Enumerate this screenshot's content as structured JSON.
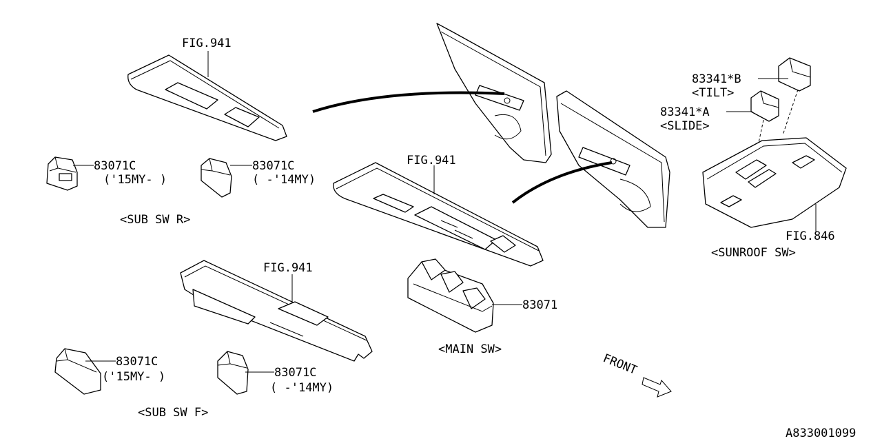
{
  "diagram": {
    "labels": {
      "fig941_top": "FIG.941",
      "fig941_mid": "FIG.941",
      "fig941_low": "FIG.941",
      "fig846": "FIG.846",
      "p83071c_1": "83071C",
      "p83071c_1_note": "('15MY- )",
      "p83071c_2": "83071C",
      "p83071c_2_note": "( -'14MY)",
      "p83071c_3": "83071C",
      "p83071c_3_note": "('15MY- )",
      "p83071c_4": "83071C",
      "p83071c_4_note": "( -'14MY)",
      "p83071": "83071",
      "p83341b": "83341*B",
      "p83341b_note": "<TILT>",
      "p83341a": "83341*A",
      "p83341a_note": "<SLIDE>",
      "group_sub_sw_r": "<SUB SW R>",
      "group_sub_sw_f": "<SUB SW F>",
      "group_main_sw": "<MAIN SW>",
      "group_sunroof_sw": "<SUNROOF SW>",
      "front": "FRONT",
      "diagram_id": "A833001099"
    }
  }
}
